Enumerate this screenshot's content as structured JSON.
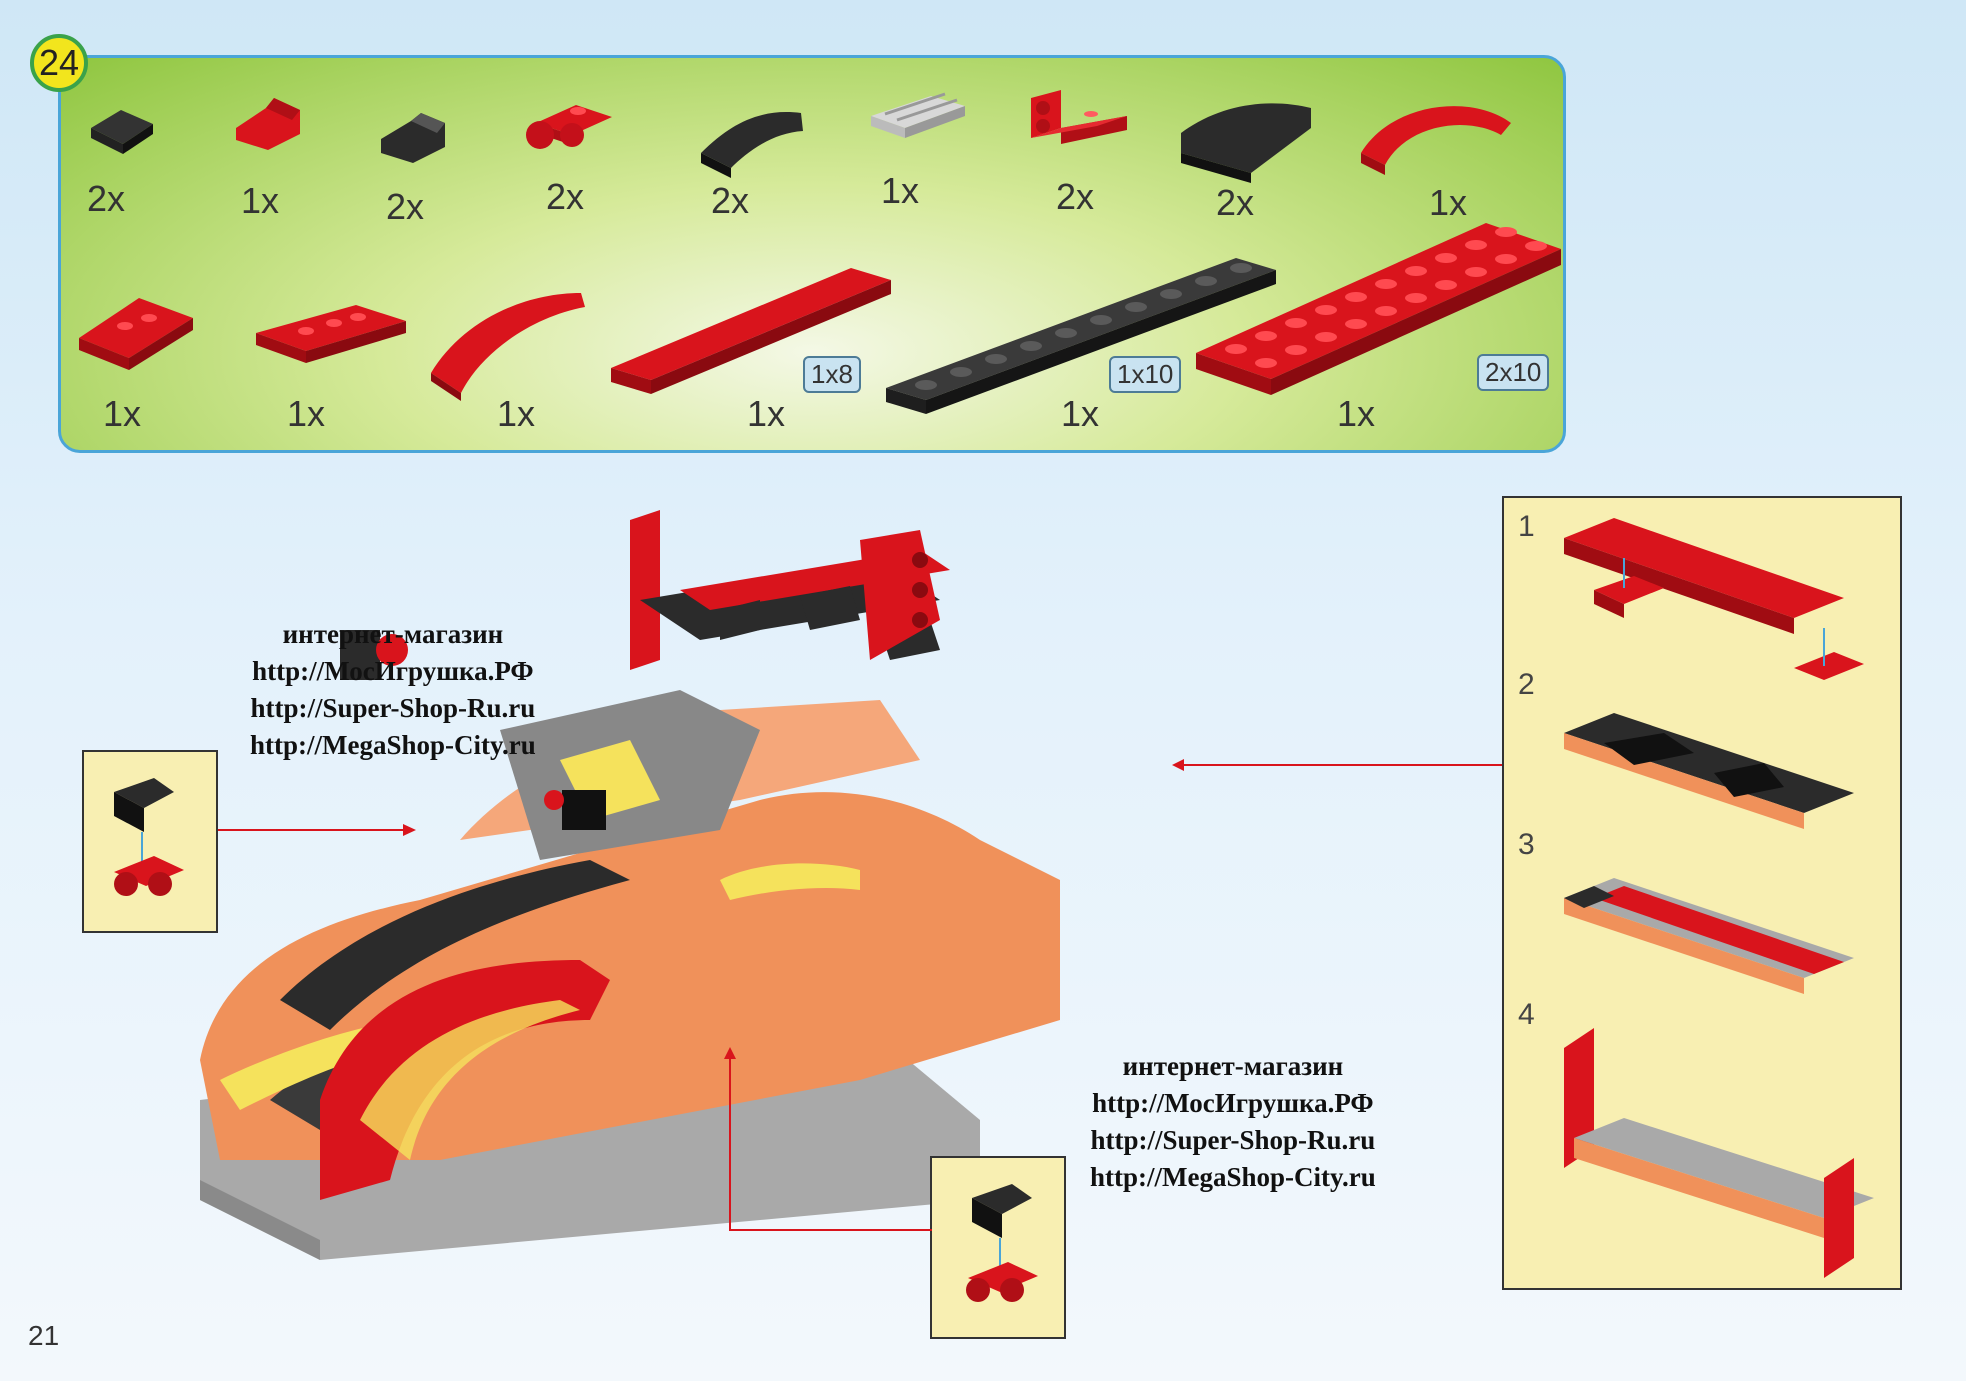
{
  "step": {
    "number": "24"
  },
  "parts_row1": [
    {
      "qty": "2x",
      "icon": "dark-gray-plate-1x1"
    },
    {
      "qty": "1x",
      "icon": "red-slope-1x1"
    },
    {
      "qty": "2x",
      "icon": "dark-gray-slope-1x1"
    },
    {
      "qty": "2x",
      "icon": "red-plate-1x1-clip"
    },
    {
      "qty": "2x",
      "icon": "dark-gray-curved-slope-2x1"
    },
    {
      "qty": "1x",
      "icon": "light-gray-grille-tile"
    },
    {
      "qty": "2x",
      "icon": "red-bracket-1x2"
    },
    {
      "qty": "2x",
      "icon": "dark-gray-curved-slope-2x2"
    },
    {
      "qty": "1x",
      "icon": "red-curved-arch"
    }
  ],
  "parts_row2": [
    {
      "qty": "1x",
      "icon": "red-wedge-plate-left"
    },
    {
      "qty": "1x",
      "icon": "red-wedge-plate-right"
    },
    {
      "qty": "1x",
      "icon": "red-curved-slope-long"
    },
    {
      "qty": "1x",
      "icon": "red-tile-1x8",
      "size": "1x8"
    },
    {
      "qty": "1x",
      "icon": "dark-gray-plate-1x10",
      "size": "1x10"
    },
    {
      "qty": "1x",
      "icon": "red-plate-2x10",
      "size": "2x10"
    }
  ],
  "watermark_top": [
    "интернет-магазин",
    "http://МосИгрушка.РФ",
    "http://Super-Shop-Ru.ru",
    "http://MegaShop-City.ru"
  ],
  "watermark_bottom": [
    "интернет-магазин",
    "http://МосИгрушка.РФ",
    "http://Super-Shop-Ru.ru",
    "http://MegaShop-City.ru"
  ],
  "substeps": [
    "1",
    "2",
    "3",
    "4"
  ],
  "page_number": "21",
  "colors": {
    "red": "#d9141c",
    "dark_gray": "#2b2b2b",
    "orange": "#f0915a",
    "gray": "#a9a9a9",
    "yellow": "#f5e25c"
  }
}
